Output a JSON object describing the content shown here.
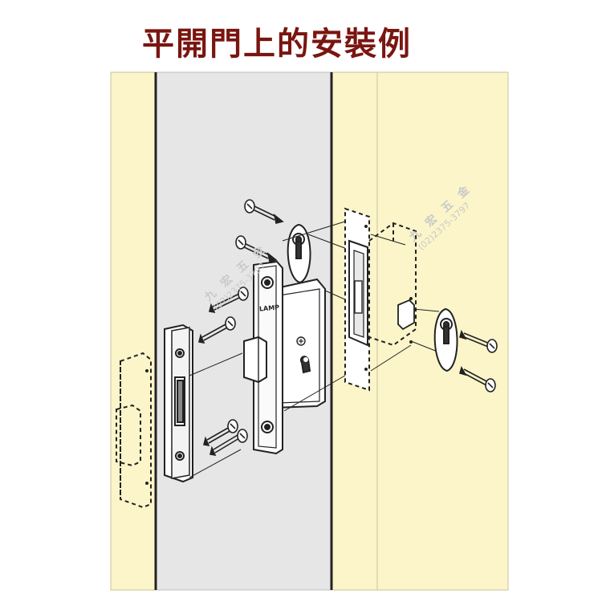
{
  "title": "平開門上的安裝例",
  "lock_brand": "LAMP",
  "watermark": {
    "name": "九 宏 五 金",
    "phone": "(02)2375-3797"
  },
  "colors": {
    "title": "#7a1510",
    "wood": "#fbf5c9",
    "door_gray": "#e6e6e6",
    "outline": "#1a1a1a"
  }
}
